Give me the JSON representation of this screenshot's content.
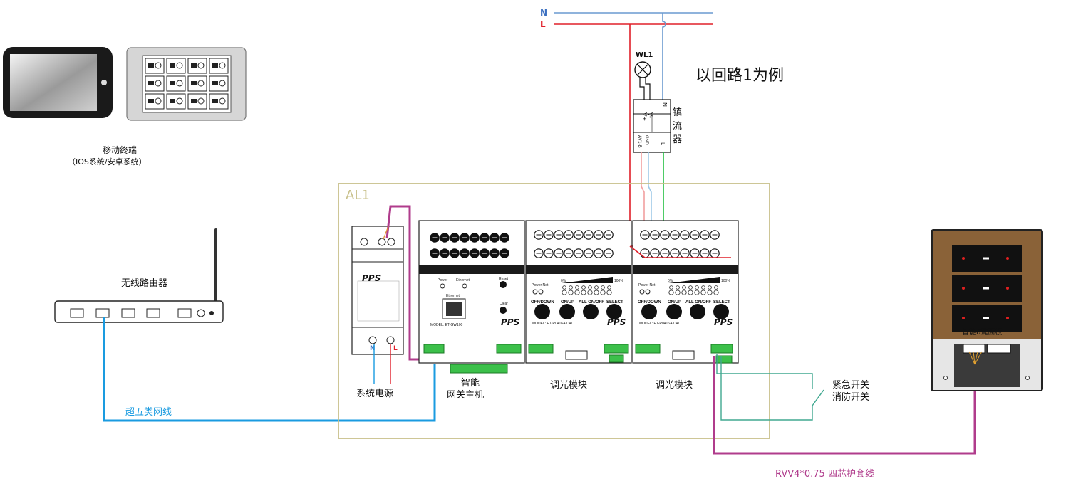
{
  "labels": {
    "line_n": "N",
    "line_l": "L",
    "lamp": "WL1",
    "example": "以回路1为例",
    "ballast_1": "镇",
    "ballast_2": "流",
    "ballast_3": "器",
    "ballast_pin_top": "V+",
    "ballast_pin_top2": "V-",
    "ballast_pin_n": "N",
    "ballast_pin_b1": "AV1-B",
    "ballast_pin_b2": "GND",
    "ballast_pin_l": "L",
    "mobile_1": "移动终端",
    "mobile_2": "（IOS系统/安卓系统）",
    "router": "无线路由器",
    "cabinet": "AL1",
    "psu": "系统电源",
    "gateway_1": "智能",
    "gateway_2": "网关主机",
    "dimmer_a": "调光模块",
    "dimmer_b": "调光模块",
    "emergency_1": "紧急开关",
    "emergency_2": "消防开关",
    "panel": "智能6键面板",
    "cat5": "超五类网线",
    "rvv": "RVV4*0.75 四芯护套线",
    "brand": "PPS",
    "psu_n": "N",
    "psu_l": "L",
    "gw_power": "Power",
    "gw_ethernet": "Ethernet",
    "gw_reset": "Reset",
    "gw_clear": "Clear",
    "gw_port": "Ethernet",
    "gw_model": "MODEL: ET-GW100",
    "dm_powernet": "Power Net",
    "dm_0": "0%",
    "dm_100": "100%",
    "dm_off": "OFF/DOWN",
    "dm_on": "ON/UP",
    "dm_all": "ALL ON/OFF",
    "dm_select": "SELECT",
    "dm_model": "MODEL: ET-R0416A-D4I"
  },
  "colors": {
    "n_line": "#6a9ad0",
    "l_line": "#e0202a",
    "cat5": "#1a9be0",
    "rvv": "#b03c8c",
    "cabinet": "#c8c08a",
    "green_wire": "#22c040",
    "pink_wire": "#f2a0a0",
    "teal_wire": "#40a890"
  }
}
